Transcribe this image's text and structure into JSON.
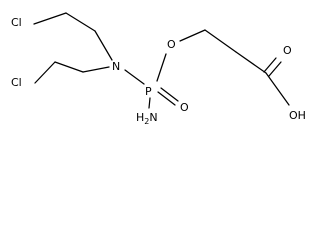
{
  "molecule": {
    "labels": {
      "cl_top": "Cl",
      "cl_bottom": "Cl",
      "nitrogen": "N",
      "phosphorus": "P",
      "ether_oxygen": "O",
      "phosphoryl_oxygen": "O",
      "amine": {
        "prefix": "H",
        "subscript": "2",
        "suffix": "N"
      },
      "carbonyl_oxygen": "O",
      "hydroxyl": "OH"
    }
  }
}
